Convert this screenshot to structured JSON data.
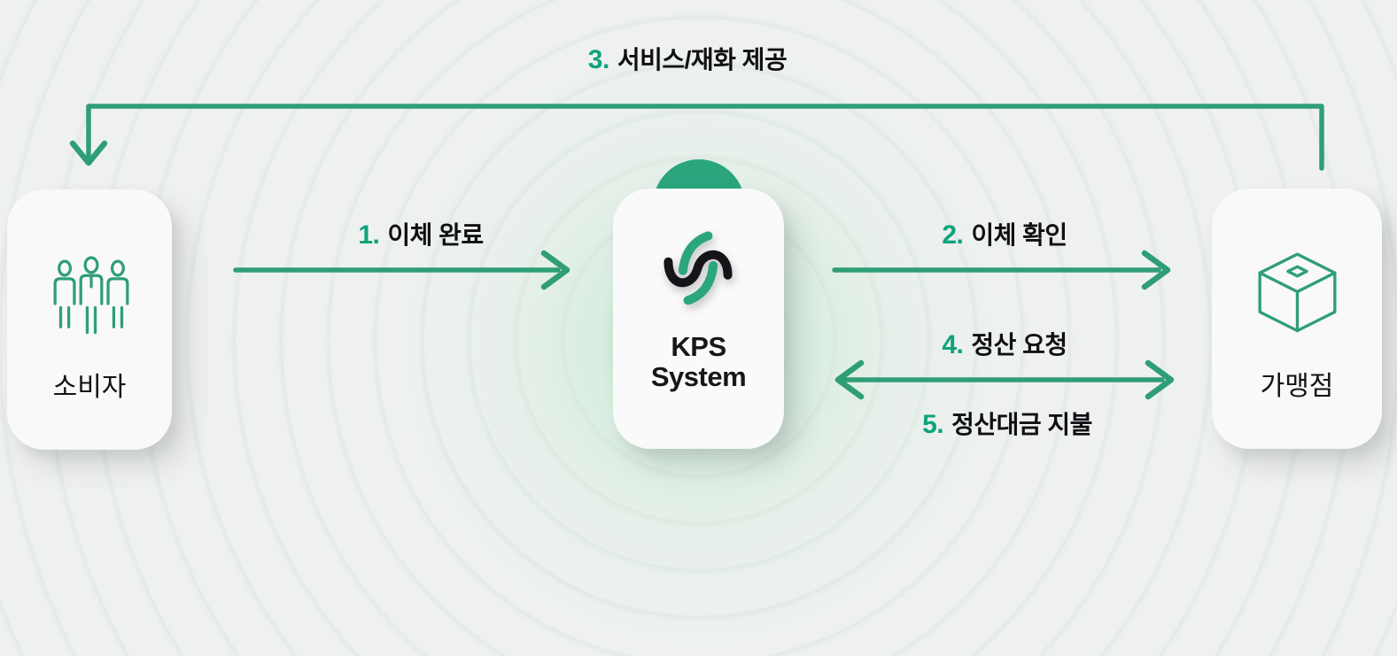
{
  "diagram_title": "KPS payment flow diagram",
  "colors": {
    "background": "#eff1f0",
    "accent_green": "#2f9e77",
    "number_green": "#0fa37b",
    "dome_green": "#2aa57e",
    "card_bg": "#f8f9f8",
    "text_dark": "#101014",
    "logo_black": "#141419"
  },
  "nodes": {
    "consumer": {
      "label": "소비자",
      "icon": "people-group-icon"
    },
    "kps": {
      "title_lines": [
        "KPS",
        "System"
      ],
      "icon": "kps-logo-icon"
    },
    "merchant": {
      "label": "가맹점",
      "icon": "cube-icon"
    }
  },
  "flows": [
    {
      "number": "1.",
      "label": "이체 완료",
      "from": "consumer",
      "to": "kps",
      "direction": "right"
    },
    {
      "number": "2.",
      "label": "이체 확인",
      "from": "kps",
      "to": "merchant",
      "direction": "right"
    },
    {
      "number": "3.",
      "label": "서비스/재화 제공",
      "from": "merchant",
      "to": "consumer",
      "direction": "left-around-top"
    },
    {
      "number": "4.",
      "label": "정산 요청",
      "from": "merchant",
      "to": "kps",
      "direction": "both"
    },
    {
      "number": "5.",
      "label": "정산대금 지불",
      "from": "kps",
      "to": "merchant",
      "direction": "both"
    }
  ]
}
